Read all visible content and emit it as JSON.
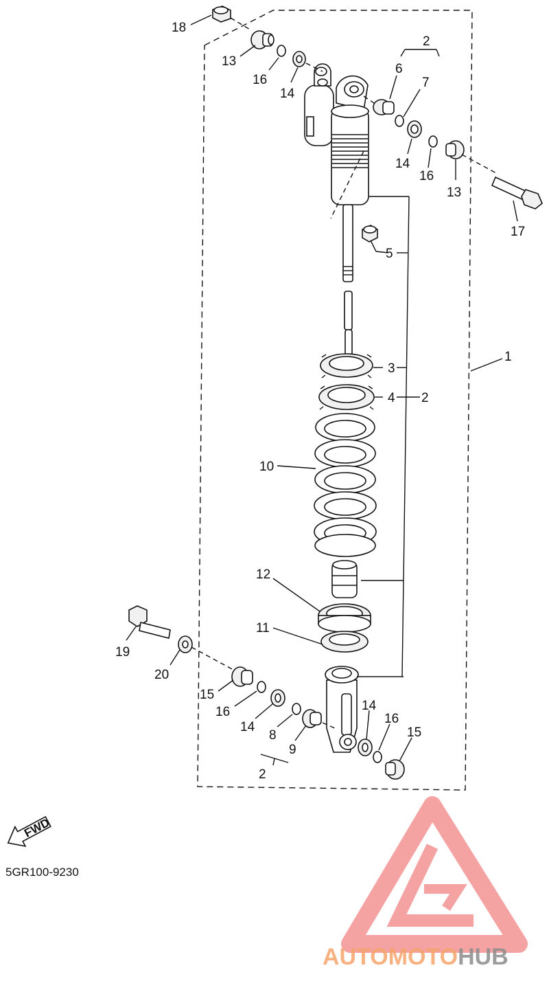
{
  "diagram": {
    "code": "5GR100-9230",
    "fwd_label": "FWD",
    "callouts": [
      {
        "id": "c18",
        "text": "18"
      },
      {
        "id": "c13a",
        "text": "13"
      },
      {
        "id": "c16a",
        "text": "16"
      },
      {
        "id": "c14a",
        "text": "14"
      },
      {
        "id": "c2a",
        "text": "2"
      },
      {
        "id": "c6",
        "text": "6"
      },
      {
        "id": "c7",
        "text": "7"
      },
      {
        "id": "c14b",
        "text": "14"
      },
      {
        "id": "c16b",
        "text": "16"
      },
      {
        "id": "c13b",
        "text": "13"
      },
      {
        "id": "c17",
        "text": "17"
      },
      {
        "id": "c5",
        "text": "5"
      },
      {
        "id": "c1",
        "text": "1"
      },
      {
        "id": "c3",
        "text": "3"
      },
      {
        "id": "c4",
        "text": "4"
      },
      {
        "id": "c2b",
        "text": "2"
      },
      {
        "id": "c10",
        "text": "10"
      },
      {
        "id": "c12",
        "text": "12"
      },
      {
        "id": "c11",
        "text": "11"
      },
      {
        "id": "c19",
        "text": "19"
      },
      {
        "id": "c20",
        "text": "20"
      },
      {
        "id": "c15a",
        "text": "15"
      },
      {
        "id": "c16c",
        "text": "16"
      },
      {
        "id": "c14c",
        "text": "14"
      },
      {
        "id": "c8",
        "text": "8"
      },
      {
        "id": "c9",
        "text": "9"
      },
      {
        "id": "c2c",
        "text": "2"
      },
      {
        "id": "c14d",
        "text": "14"
      },
      {
        "id": "c16d",
        "text": "16"
      },
      {
        "id": "c15b",
        "text": "15"
      }
    ]
  },
  "watermark": {
    "part1": "AUTOMOTO",
    "part2": "HUB",
    "color1": "#f7a46a",
    "color2": "#8c8c8c",
    "logo_color": "#f38b8b"
  }
}
